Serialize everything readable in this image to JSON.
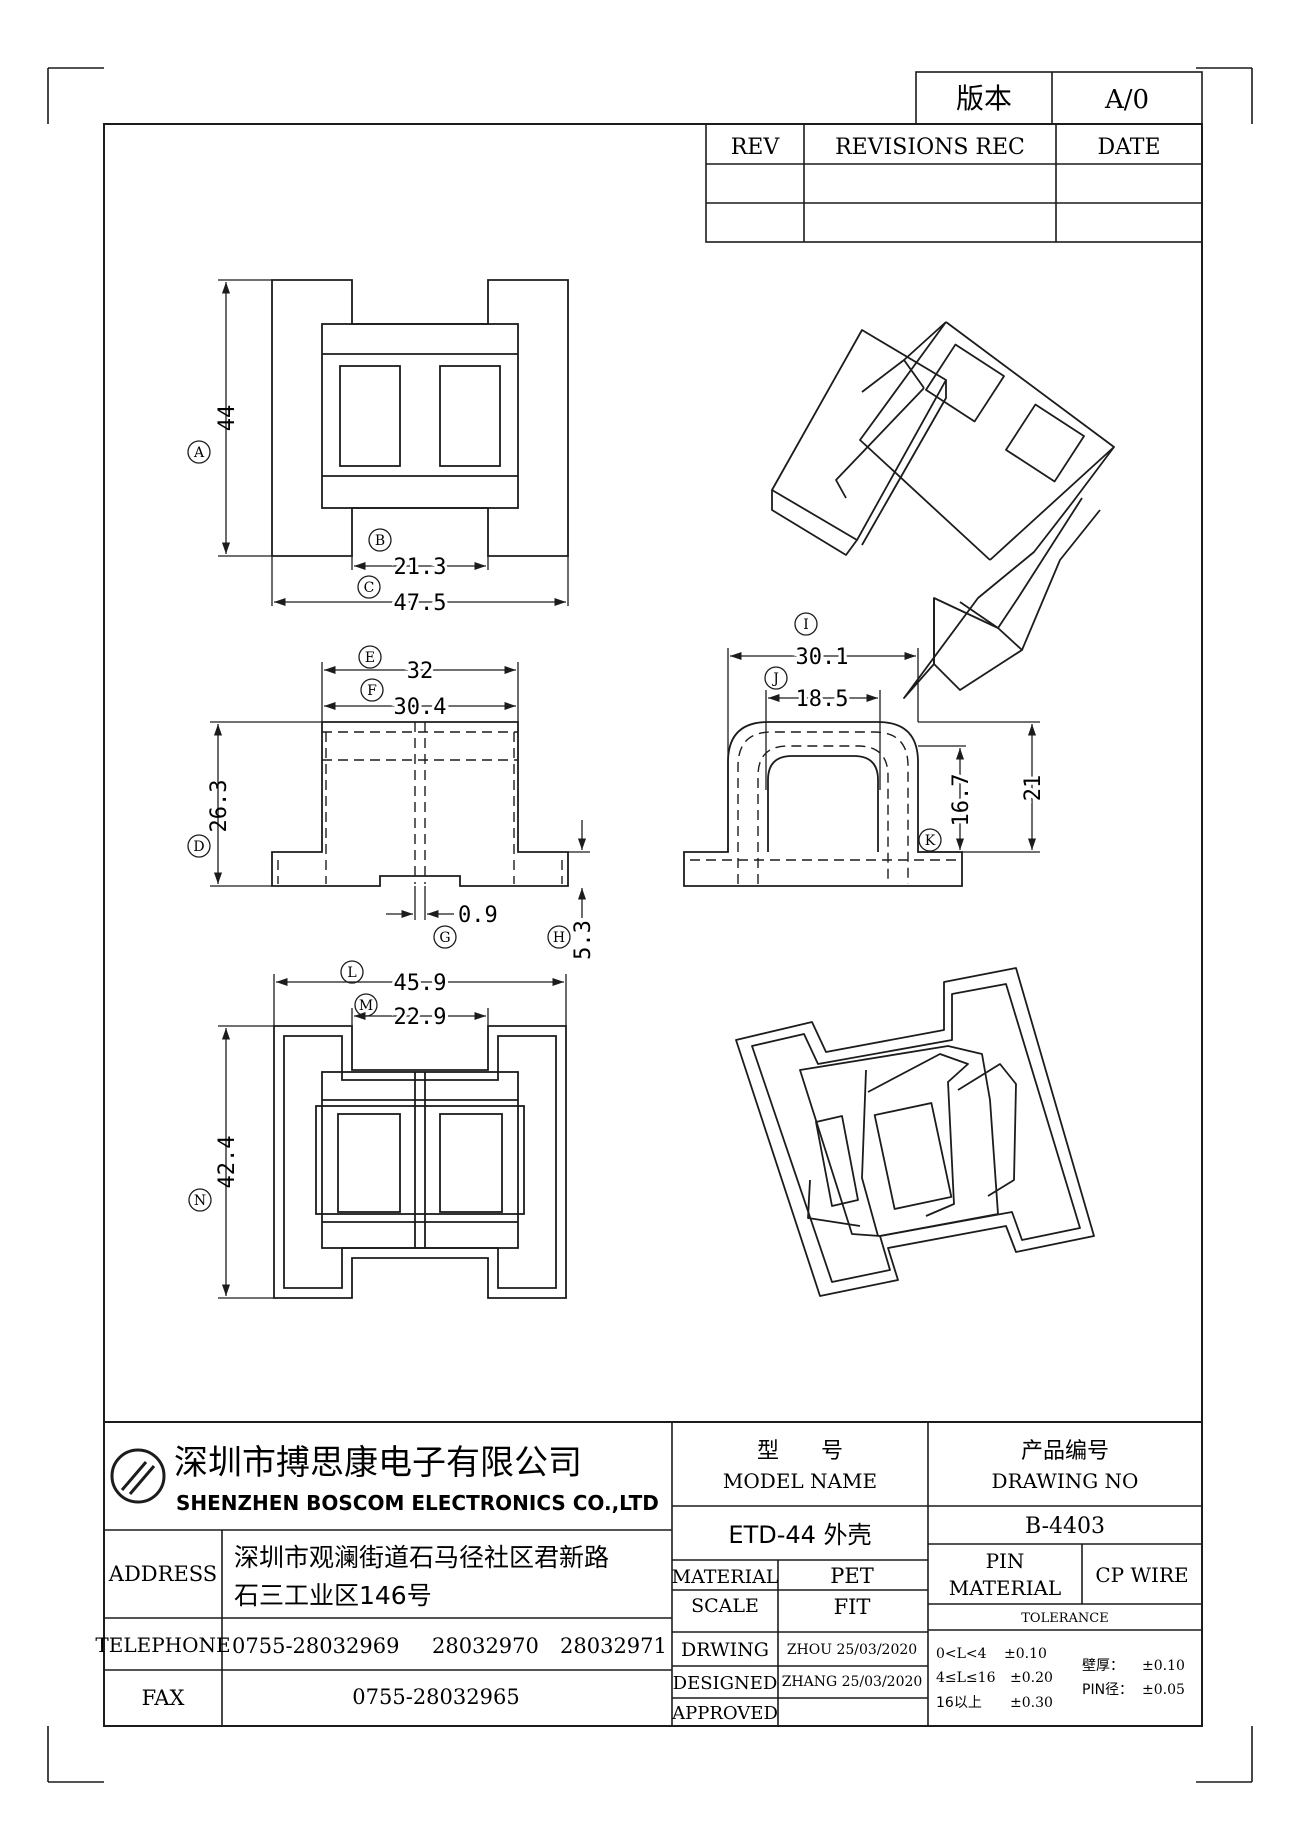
{
  "version": {
    "label": "版本",
    "value": "A/0"
  },
  "revisions": {
    "col_rev": "REV",
    "col_rec": "REVISIONS REC",
    "col_date": "DATE"
  },
  "view_top": {
    "height": "44",
    "height_tag": "A",
    "inner": "21.3",
    "inner_tag": "B",
    "outer": "47.5",
    "outer_tag": "C"
  },
  "view_front": {
    "width_e": "32",
    "tag_e": "E",
    "width_f": "30.4",
    "tag_f": "F",
    "height_d": "26.3",
    "tag_d": "D",
    "gap_g": "0.9",
    "tag_g": "G",
    "flange_h": "5.3",
    "tag_h": "H"
  },
  "view_side": {
    "width_i": "30.1",
    "tag_i": "I",
    "width_j": "18.5",
    "tag_j": "J",
    "height_k": "16.7",
    "tag_k": "K",
    "height_total": "21"
  },
  "view_bottom": {
    "width_l": "45.9",
    "tag_l": "L",
    "width_m": "22.9",
    "tag_m": "M",
    "height_n": "42.4",
    "tag_n": "N"
  },
  "title_block": {
    "company_cn": "深圳市搏思康电子有限公司",
    "company_en": "SHENZHEN BOSCOM ELECTRONICS CO.,LTD",
    "model_label_cn": "型      号",
    "model_label_en": "MODEL NAME",
    "model_value": "ETD-44 外壳",
    "drawing_label_cn": "产品编号",
    "drawing_label_en": "DRAWING NO",
    "drawing_value": "B-4403",
    "address_label": "ADDRESS",
    "address_line1": "深圳市观澜街道石马径社区君新路",
    "address_line2": "石三工业区146号",
    "telephone_label": "TELEPHONE",
    "telephone_1": "0755-28032969",
    "telephone_2": "28032970",
    "telephone_3": "28032971",
    "fax_label": "FAX",
    "fax_value": "0755-28032965",
    "material_label": "MATERIAL",
    "material_value": "PET",
    "scale_label": "SCALE",
    "scale_value": "FIT",
    "drawing_row_label": "DRWING",
    "drawing_row_value": "ZHOU 25/03/2020",
    "designed_label": "DESIGNED",
    "designed_value": "ZHANG 25/03/2020",
    "approved_label": "APPROVED",
    "pin_label": "PIN",
    "pin_material_label": "MATERIAL",
    "pin_value": "CP WIRE",
    "tolerance_label": "TOLERANCE",
    "tol_1_range": "0<L<4",
    "tol_1_value": "±0.10",
    "tol_2_range": "4≤L≤16",
    "tol_2_value": "±0.20",
    "tol_3_range": "16以上",
    "tol_3_value": "±0.30",
    "wall_label": "壁厚：",
    "wall_value": "±0.10",
    "pin_dia_label": "PIN径：",
    "pin_dia_value": "±0.05"
  }
}
